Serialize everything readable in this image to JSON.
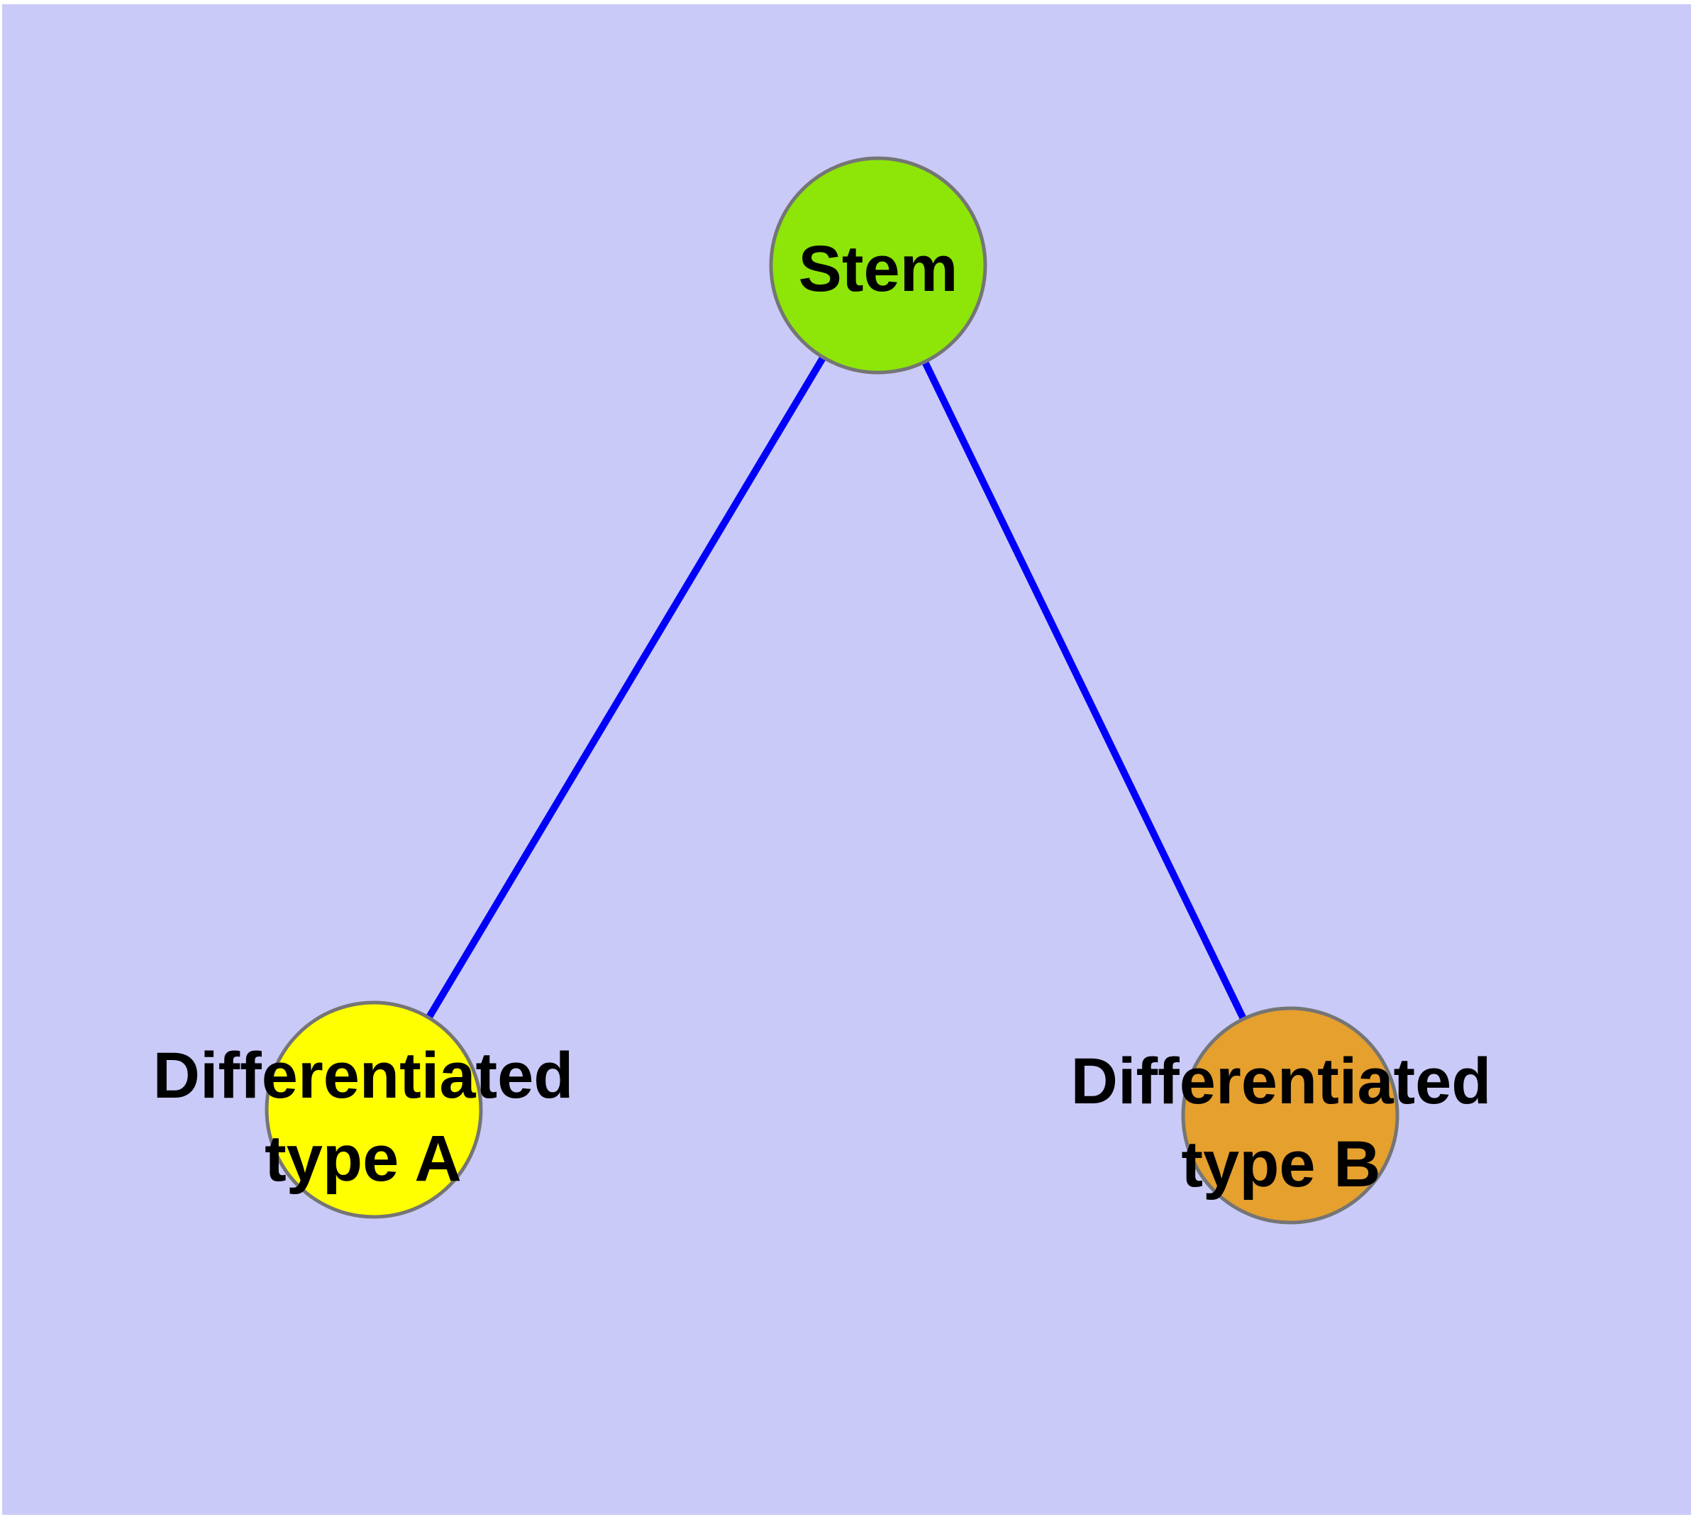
{
  "diagram": {
    "type": "node-link-graph",
    "colors": {
      "page_background": "#FFFFFF",
      "canvas_background": "#CACAF8",
      "edge": "#0000FA",
      "node_border": "#757575",
      "label": "#000000"
    },
    "nodes": [
      {
        "id": "stem",
        "label": "Stem",
        "fill": "#8DE607"
      },
      {
        "id": "differentiated-type-a",
        "label": "Differentiated type A",
        "label_line1": "Differentiated",
        "label_line2": "type A",
        "fill": "#FFFF00"
      },
      {
        "id": "differentiated-type-b",
        "label": "Differentiated type B",
        "label_line1": "Differentiated",
        "label_line2": "type B",
        "fill": "#E6A02D"
      }
    ],
    "edges": [
      {
        "from": "stem",
        "to": "differentiated-type-a"
      },
      {
        "from": "stem",
        "to": "differentiated-type-b"
      }
    ]
  }
}
